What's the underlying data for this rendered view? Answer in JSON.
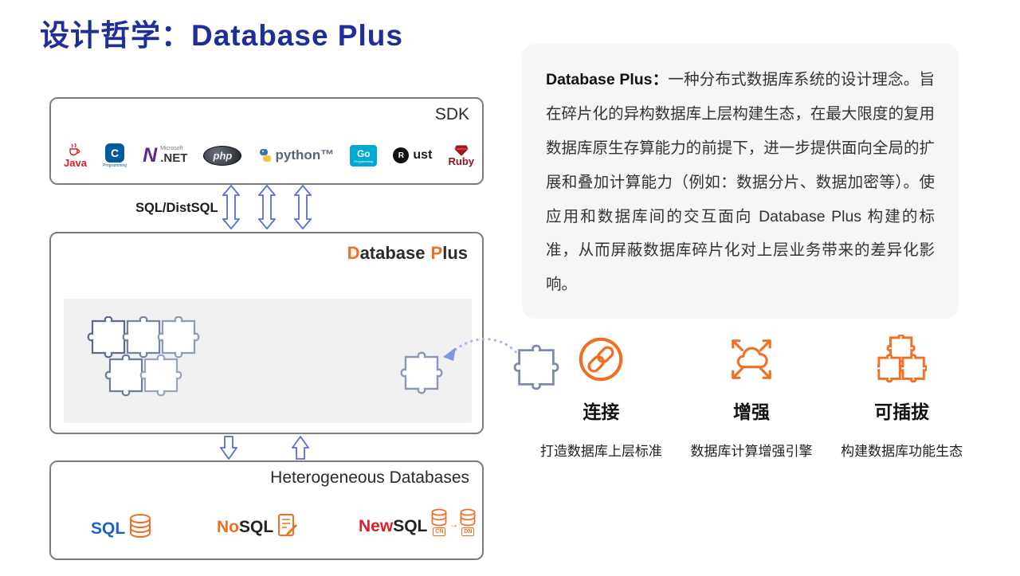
{
  "colors": {
    "title_blue": "#1e2f97",
    "accent_orange": "#f26f21",
    "arrow_blue": "#5b6fd5",
    "sql_blue": "#1a63c9",
    "newsql_red": "#e01e2b",
    "box_border": "#7d7d7d",
    "panel_gray": "#f6f6f6"
  },
  "title": "设计哲学：Database Plus",
  "sdk": {
    "label": "SDK",
    "logos": [
      {
        "name": "java",
        "label": "Java"
      },
      {
        "name": "c",
        "label": "C",
        "sub": "Programming"
      },
      {
        "name": "dotnet",
        "mark": "N",
        "sub": "Microsoft",
        "label": ".NET"
      },
      {
        "name": "php",
        "label": "php"
      },
      {
        "name": "python",
        "label": "python™"
      },
      {
        "name": "go",
        "label": "Go",
        "sub": "Programming"
      },
      {
        "name": "rust",
        "mark": "R",
        "label": "ust"
      },
      {
        "name": "ruby",
        "label": "Ruby"
      }
    ]
  },
  "middle": {
    "sql_label": "SQL/DistSQL",
    "dbplus_parts": [
      "D",
      "atabase",
      "P",
      "lus"
    ]
  },
  "bottom": {
    "label": "Heterogeneous Databases",
    "sql": "SQL",
    "nosql_parts": [
      "No",
      "SQL"
    ],
    "newsql_parts": [
      "New",
      "SQL"
    ],
    "newsql_tags": [
      "CN",
      "DN"
    ],
    "newsql_arrow": "→"
  },
  "description": {
    "lead": "Database Plus：",
    "body": "一种分布式数据库系统的设计理念。旨在碎片化的异构数据库上层构建生态，在最大限度的复用数据库原生存算能力的前提下，进一步提供面向全局的扩展和叠加计算能力（例如：数据分片、数据加密等）。使应用和数据库间的交互面向 Database Plus 构建的标准，从而屏蔽数据库碎片化对上层业务带来的差异化影响。"
  },
  "features": [
    {
      "icon": "link",
      "title": "连接",
      "desc": "打造数据库上层标准"
    },
    {
      "icon": "enhance",
      "title": "增强",
      "desc": "数据库计算增强引擎"
    },
    {
      "icon": "pluggable",
      "title": "可插拔",
      "desc": "构建数据库功能生态"
    }
  ]
}
